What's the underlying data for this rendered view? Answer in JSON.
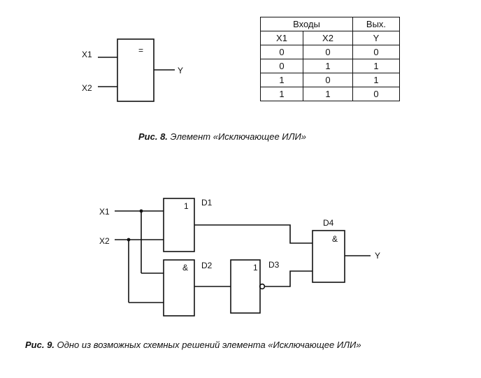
{
  "fig8": {
    "gate_symbol": "=",
    "inputs": [
      "X1",
      "X2"
    ],
    "output": "Y",
    "caption_num": "Рис. 8.",
    "caption_text": "Элемент «Исключающее ИЛИ»"
  },
  "truth_table": {
    "group_inputs": "Входы",
    "group_outputs": "Вых.",
    "headers": [
      "X1",
      "X2",
      "Y"
    ],
    "rows": [
      [
        "0",
        "0",
        "0"
      ],
      [
        "0",
        "1",
        "1"
      ],
      [
        "1",
        "0",
        "1"
      ],
      [
        "1",
        "1",
        "0"
      ]
    ]
  },
  "fig9": {
    "inputs": [
      "X1",
      "X2"
    ],
    "output": "Y",
    "gates": {
      "d1": {
        "name": "D1",
        "symbol": "1"
      },
      "d2": {
        "name": "D2",
        "symbol": "&"
      },
      "d3": {
        "name": "D3",
        "symbol": "1"
      },
      "d4": {
        "name": "D4",
        "symbol": "&"
      }
    },
    "caption_num": "Рис. 9.",
    "caption_text": "Одно из возможных схемных решений элемента «Исключающее ИЛИ»"
  }
}
